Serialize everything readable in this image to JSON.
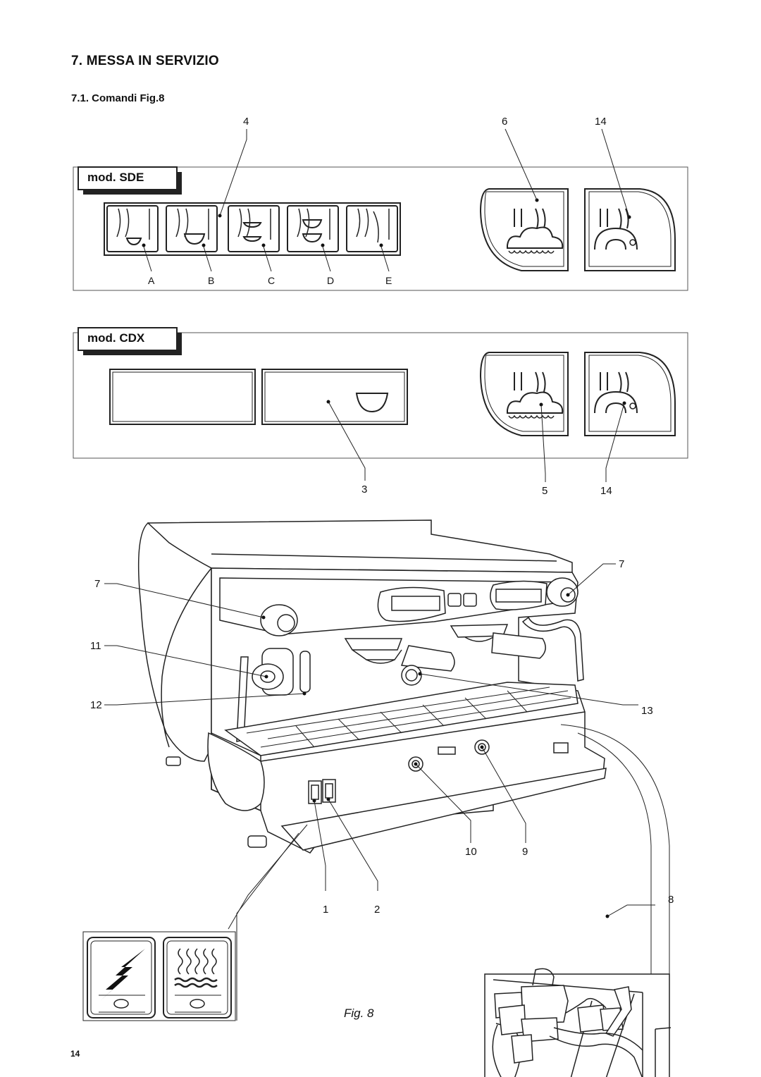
{
  "section_title": "7. MESSA IN SERVIZIO",
  "subsection_title": "7.1. Comandi Fig.8",
  "panel_sde": {
    "label": "mod. SDE",
    "button_letters": [
      "A",
      "B",
      "C",
      "D",
      "E"
    ],
    "callouts_top": [
      "4",
      "6",
      "14"
    ]
  },
  "panel_cdx": {
    "label": "mod. CDX",
    "callouts_bottom": [
      "3",
      "5",
      "14"
    ]
  },
  "machine": {
    "callouts": [
      "7",
      "7",
      "11",
      "12",
      "13",
      "10",
      "9",
      "1",
      "2",
      "8"
    ]
  },
  "figure_caption": "Fig. 8",
  "page_number": "14",
  "icons": [
    "cup-small-icon",
    "cup-large-icon",
    "two-cups-small-icon",
    "two-cups-large-icon",
    "continuous-flow-icon",
    "steam-icon",
    "hot-water-icon",
    "power-lightning-icon",
    "heating-icon"
  ]
}
